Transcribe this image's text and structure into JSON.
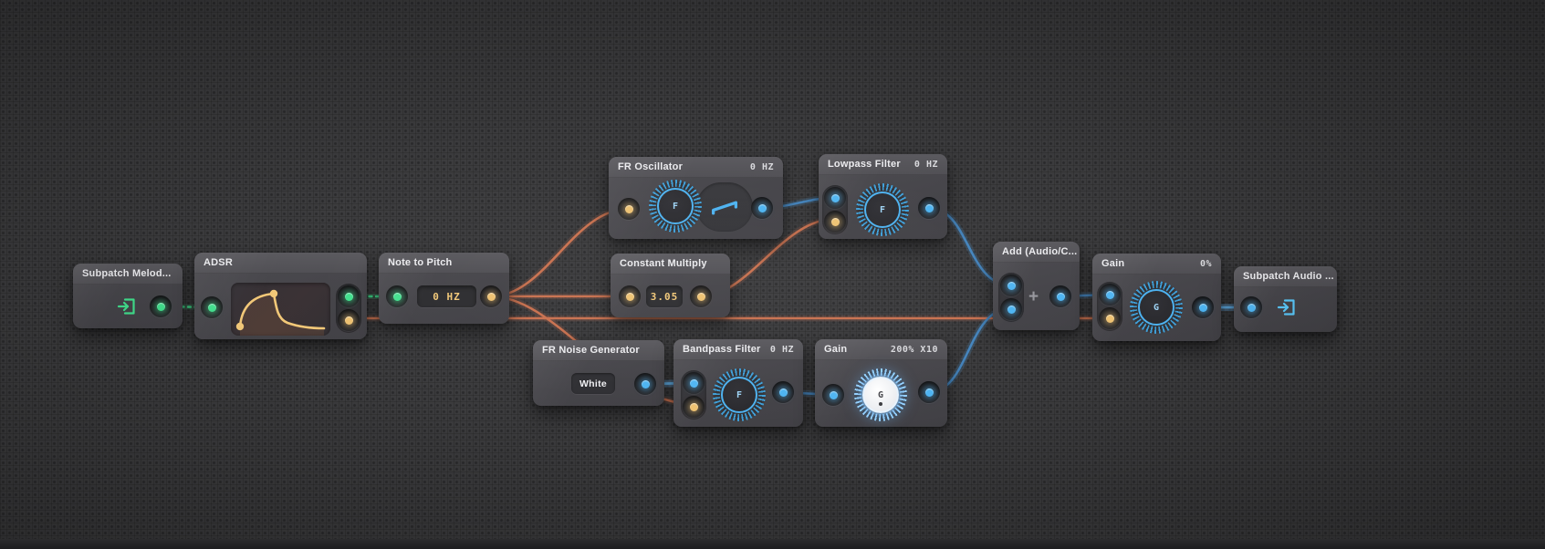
{
  "colors": {
    "background": "#3b3b3d",
    "node_body": "#47464b",
    "node_header": "#55545a",
    "port_green": "#41e08d",
    "port_yellow": "#eec170",
    "port_blue": "#4db4f2",
    "wire_orange": "#c9714f",
    "wire_blue": "#4484bd",
    "wire_green": "#3fe08c",
    "value_text": "#f2c878",
    "knob_ring": "#4db2f0"
  },
  "nodes": {
    "subpatch_melody": {
      "title": "Subpatch Melod..."
    },
    "adsr": {
      "title": "ADSR"
    },
    "note_to_pitch": {
      "title": "Note to Pitch",
      "value": "0 HZ"
    },
    "fr_oscillator": {
      "title": "FR Oscillator",
      "header_value": "0 HZ",
      "knob": "F"
    },
    "constant_multiply": {
      "title": "Constant Multiply",
      "value": "3.05"
    },
    "lowpass_filter": {
      "title": "Lowpass Filter",
      "header_value": "0 HZ",
      "knob": "F"
    },
    "fr_noise_generator": {
      "title": "FR Noise Generator",
      "noise_type": "White"
    },
    "bandpass_filter": {
      "title": "Bandpass Filter",
      "header_value": "0 HZ",
      "knob": "F"
    },
    "gain_pre": {
      "title": "Gain",
      "header_value": "200% X10",
      "knob": "G"
    },
    "add": {
      "title": "Add (Audio/C...",
      "operator": "+"
    },
    "gain_out": {
      "title": "Gain",
      "header_value": "0%",
      "knob": "G"
    },
    "subpatch_audio": {
      "title": "Subpatch Audio ..."
    }
  }
}
